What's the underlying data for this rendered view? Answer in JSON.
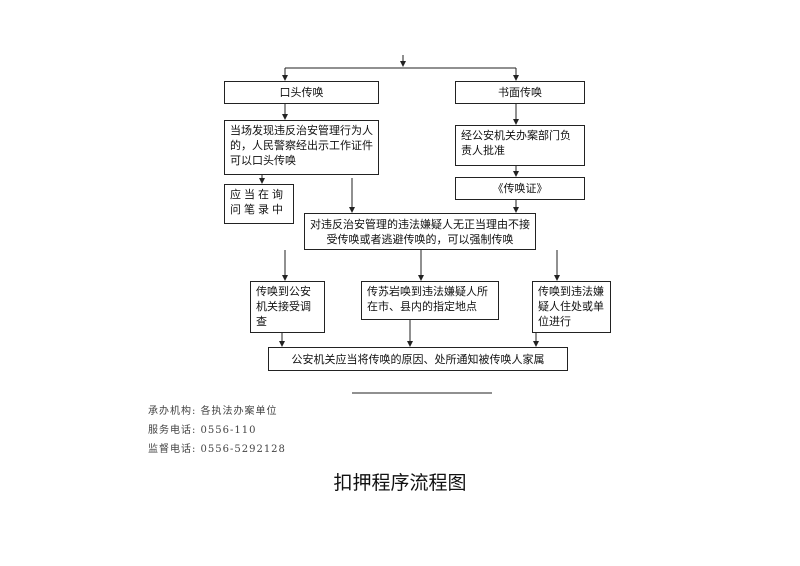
{
  "flow": {
    "oral_summons": "口头传唤",
    "written_summons": "书面传唤",
    "on_site": "当场发现违反治安管理行为人的，人民警察经出示工作证件可以口头传唤",
    "approval": "经公安机关办案部门负责人批准",
    "certificate": "《传唤证》",
    "record": "应当在询问笔录中",
    "forced": "对违反治安管理的违法嫌疑人无正当理由不接受传唤或者逃避传唤的，可以强制传唤",
    "to_bureau": "传唤到公安机关接受调查",
    "to_location": "传苏岩唤到违法嫌疑人所在市、县内的指定地点",
    "to_residence": "传唤到违法嫌疑人住处或单位进行",
    "notify": "公安机关应当将传唤的原因、处所通知被传唤人家属"
  },
  "footer": {
    "agency": "承办机构: 各执法办案单位",
    "service_phone": "服务电话: 0556-110",
    "supervise_phone": "监督电话: 0556-5292128"
  },
  "title": "扣押程序流程图"
}
